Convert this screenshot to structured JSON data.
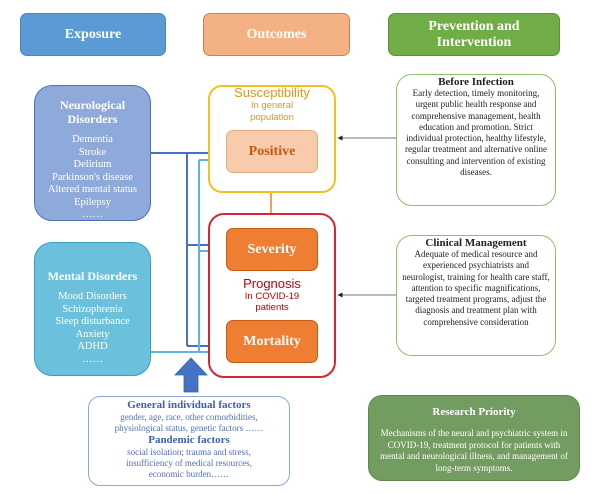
{
  "headers": {
    "exposure": "Exposure",
    "outcomes": "Outcomes",
    "prevention": "Prevention and Intervention"
  },
  "exposure": {
    "neurological": {
      "title": "Neurological Disorders",
      "items": [
        "Dementia",
        "Stroke",
        "Delirium",
        "Parkinson's disease",
        "Altered mental status",
        "Epilepsy",
        "……"
      ]
    },
    "mental": {
      "title": "Mental Disorders",
      "items": [
        "Mood Disorders",
        "Schizophrenia",
        "Sleep disturbance",
        "Anxiety",
        "ADHD",
        "……"
      ]
    }
  },
  "outcomes": {
    "susceptibility": {
      "title": "Susceptibility",
      "subtitle": "In general population",
      "positive": "Positive"
    },
    "prognosis": {
      "title": "Prognosis",
      "subtitle": "In COVID-19 patients",
      "severity": "Severity",
      "mortality": "Mortality"
    }
  },
  "prevention": {
    "before_infection": {
      "title": "Before Infection",
      "text": "Early detection, timely monitoring, urgent public health response and comprehensive management, health education and promotion. Strict individual protection, healthy lifestyle, regular treatment and alternative online consulting and intervention of existing diseases."
    },
    "clinical_management": {
      "title": "Clinical Management",
      "text": "Adequate of medical resource and experienced psychiatrists and neurologist, training for health care staff, attention to specific magnifications, targeted treatment programs, adjust the diagnosis and treatment plan with comprehensive consideration"
    }
  },
  "research": {
    "title": "Research Priority",
    "text": "Mechanisms of the neural and psychiatric system in COVID-19, treatment protocol for patients with mental and neurological illness, and management of long-term symptoms."
  },
  "factors": {
    "general_title": "General individual factors",
    "general_text": "gender, age, race, other comorbidities, physiological status, genetic factors ……",
    "pandemic_title": "Pandemic factors",
    "pandemic_text": "social isolation; trauma and stress, insufficiency of medical resources, economic burden……"
  },
  "colors": {
    "exposure_header": "#5b9bd5",
    "outcomes_header": "#f4b183",
    "prevention_header": "#70ad47",
    "neuro_box": "#8eaadb",
    "mental_box": "#6bc1dc",
    "susceptibility_border": "#f5bf1d",
    "prognosis_border": "#d8252f",
    "outcome_box": "#f07e32",
    "research_box": "#739d60",
    "neuro_line": "#4472c4",
    "mental_line": "#5bb5e0"
  }
}
